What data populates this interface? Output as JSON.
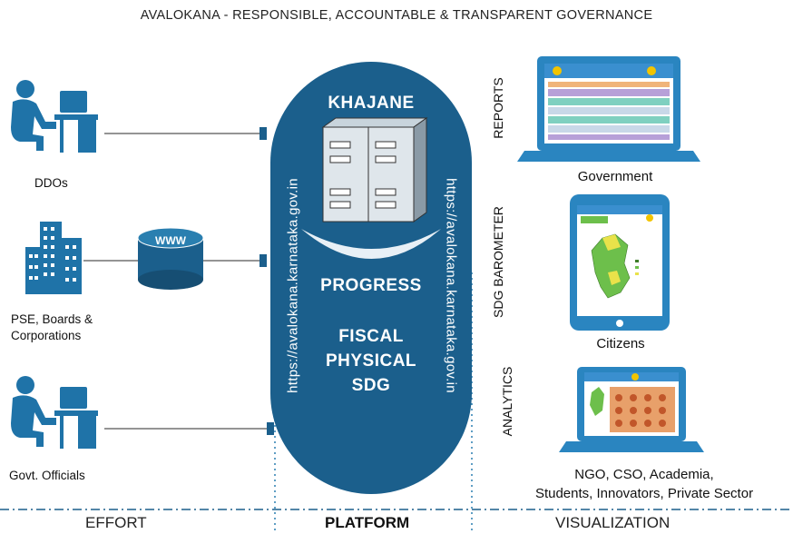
{
  "title": "AVALOKANA - RESPONSIBLE, ACCOUNTABLE & TRANSPARENT GOVERNANCE",
  "sources": [
    {
      "label": "DDOs",
      "icon": "person-at-computer-icon"
    },
    {
      "label_line1": "PSE, Boards &",
      "label_line2": "Corporations",
      "icon": "office-building-icon"
    },
    {
      "label": "Govt. Officials",
      "icon": "person-at-computer-icon"
    }
  ],
  "www_label": "WWW",
  "platform": {
    "top_label": "KHAJANE",
    "progress_label": "PROGRESS",
    "items": [
      "FISCAL",
      "PHYSICAL",
      "SDG"
    ],
    "url_left": "https://avalokana.karnataka.gov.in",
    "url_right": "https://avalokana.karnataka.gov.in"
  },
  "outputs": [
    {
      "side_label": "REPORTS",
      "caption": "Government",
      "icon": "laptop-icon"
    },
    {
      "side_label": "SDG BAROMETER",
      "caption": "Citizens",
      "icon": "tablet-icon"
    },
    {
      "side_label": "ANALYTICS",
      "caption_line1": "NGO, CSO, Academia,",
      "caption_line2": "Students, Innovators, Private Sector",
      "icon": "laptop-icon"
    }
  ],
  "footer": {
    "left": "EFFORT",
    "center": "PLATFORM",
    "right": "VISUALIZATION"
  },
  "colors": {
    "primary_blue": "#1b5f8c",
    "dark_blue": "#164e73",
    "icon_blue": "#1f73a8"
  }
}
